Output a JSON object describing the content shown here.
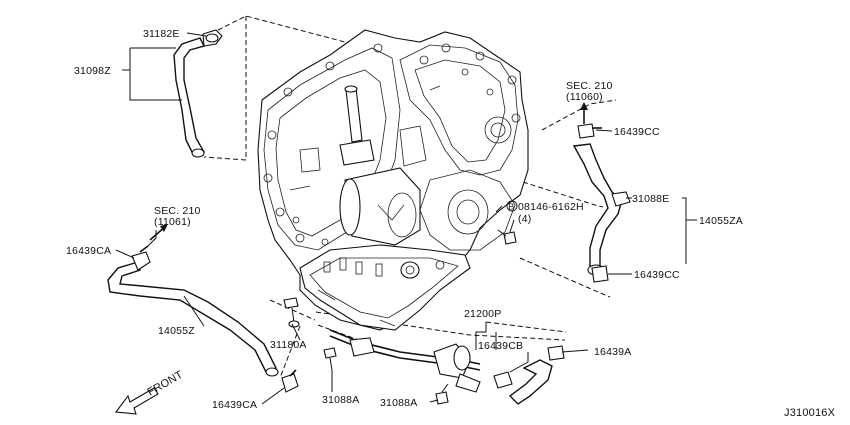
{
  "diagram_id": "J310016X",
  "front_label": "FRONT",
  "labels": {
    "l31182E": "31182E",
    "l31098Z": "31098Z",
    "l16439CA_left": "16439CA",
    "l14055Z": "14055Z",
    "l31180A": "31180A",
    "l31088A_left": "31088A",
    "l31088A_right": "31088A",
    "l16439CA_bottom": "16439CA",
    "l21200P": "21200P",
    "l16439CB": "16439CB",
    "l16439A": "16439A",
    "l16439CC_top": "16439CC",
    "l16439CC_bottom": "16439CC",
    "l31088E": "31088E",
    "l14055ZA": "14055ZA",
    "l08146": "08146-6162H",
    "l08146_qty": "(4)",
    "l08146_marker": "B"
  },
  "sec_refs": {
    "left": {
      "line1": "SEC. 210",
      "line2": "(11061)"
    },
    "right": {
      "line1": "SEC. 210",
      "line2": "(11060)"
    }
  }
}
